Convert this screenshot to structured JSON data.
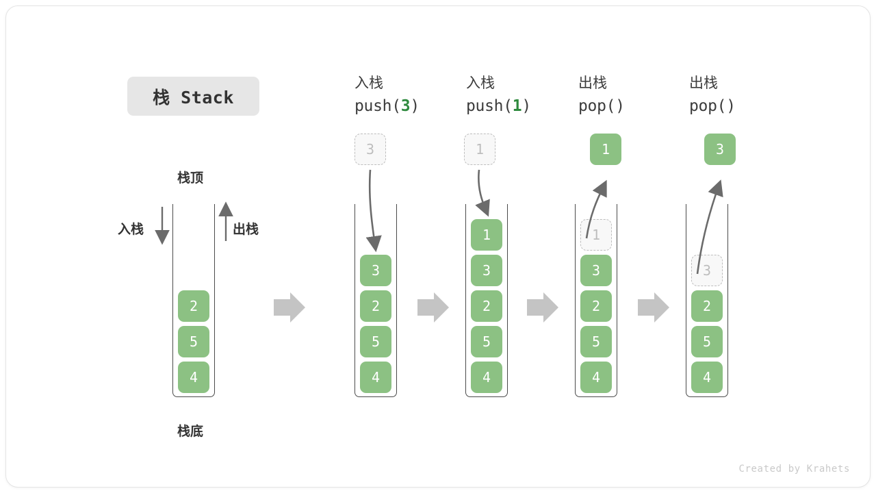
{
  "title_badge": {
    "text": "栈 Stack"
  },
  "labels": {
    "top": "栈顶",
    "bottom": "栈底",
    "push_side": "入栈",
    "pop_side": "出栈"
  },
  "footer": {
    "credit": "Created by Krahets"
  },
  "colors": {
    "cell_fill": "#8cc183",
    "cell_text": "#ffffff",
    "ghost_fill": "#f8f8f8",
    "ghost_border": "#bdbdbd",
    "ghost_text": "#bdbdbd",
    "container_border": "#4a4a4a",
    "arrow_gray": "#6b6b6b",
    "chevron_gray": "#c4c4c4",
    "badge_bg": "#e6e6e6",
    "code_number": "#2f8a3e",
    "card_border": "#e4e4e4"
  },
  "icons": {
    "step_arrow": "block-arrow-right-icon",
    "push_direction": "arrow-down-icon",
    "pop_direction": "arrow-up-icon",
    "move_in": "curved-arrow-down-icon",
    "move_out": "curved-arrow-up-icon"
  },
  "columns": [
    {
      "id": "initial",
      "header_cn": "",
      "header_code": "",
      "code_prefix": "",
      "code_num": "",
      "code_suffix": "",
      "cells": [
        {
          "value": "2",
          "state": "filled"
        },
        {
          "value": "5",
          "state": "filled"
        },
        {
          "value": "4",
          "state": "filled"
        }
      ],
      "external": null
    },
    {
      "id": "push-3",
      "header_cn": "入栈",
      "code_prefix": "push(",
      "code_num": "3",
      "code_suffix": ")",
      "cells": [
        {
          "value": "3",
          "state": "filled"
        },
        {
          "value": "2",
          "state": "filled"
        },
        {
          "value": "5",
          "state": "filled"
        },
        {
          "value": "4",
          "state": "filled"
        }
      ],
      "external": {
        "value": "3",
        "state": "ghost",
        "direction": "in"
      }
    },
    {
      "id": "push-1",
      "header_cn": "入栈",
      "code_prefix": "push(",
      "code_num": "1",
      "code_suffix": ")",
      "cells": [
        {
          "value": "1",
          "state": "filled"
        },
        {
          "value": "3",
          "state": "filled"
        },
        {
          "value": "2",
          "state": "filled"
        },
        {
          "value": "5",
          "state": "filled"
        },
        {
          "value": "4",
          "state": "filled"
        }
      ],
      "external": {
        "value": "1",
        "state": "ghost",
        "direction": "in"
      }
    },
    {
      "id": "pop-1",
      "header_cn": "出栈",
      "code_prefix": "pop(",
      "code_num": "",
      "code_suffix": ")",
      "cells": [
        {
          "value": "1",
          "state": "ghost"
        },
        {
          "value": "3",
          "state": "filled"
        },
        {
          "value": "2",
          "state": "filled"
        },
        {
          "value": "5",
          "state": "filled"
        },
        {
          "value": "4",
          "state": "filled"
        }
      ],
      "external": {
        "value": "1",
        "state": "filled",
        "direction": "out"
      }
    },
    {
      "id": "pop-3",
      "header_cn": "出栈",
      "code_prefix": "pop(",
      "code_num": "",
      "code_suffix": ")",
      "cells": [
        {
          "value": "3",
          "state": "ghost"
        },
        {
          "value": "2",
          "state": "filled"
        },
        {
          "value": "5",
          "state": "filled"
        },
        {
          "value": "4",
          "state": "filled"
        }
      ],
      "external": {
        "value": "3",
        "state": "filled",
        "direction": "out"
      }
    }
  ]
}
